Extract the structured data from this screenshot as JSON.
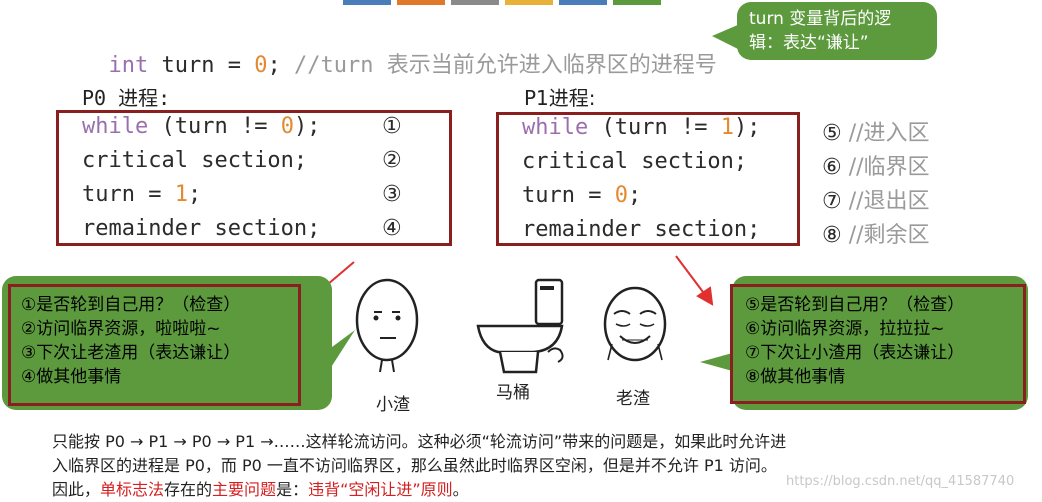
{
  "declaration": {
    "keyword": "int",
    "name": "turn",
    "op": "=",
    "value": "0",
    "semicolon": ";",
    "comment": "//turn 表示当前允许进入临界区的进程号"
  },
  "top_callout": {
    "line1": "turn 变量背后的逻",
    "line2": "辑：表达“谦让”"
  },
  "p0": {
    "title": "P0 进程:",
    "lines": [
      {
        "kw": "while",
        "pre": " (turn != ",
        "num": "0",
        "post": ");",
        "marker": "①"
      },
      {
        "text": "critical section;",
        "marker": "②"
      },
      {
        "pre": "turn = ",
        "num": "1",
        "post": ";",
        "marker": "③"
      },
      {
        "text": "remainder section;",
        "marker": "④"
      }
    ]
  },
  "p1": {
    "title": "P1进程:",
    "lines": [
      {
        "kw": "while",
        "pre": " (turn != ",
        "num": "1",
        "post": ");",
        "marker": "⑤",
        "comment": "//进入区"
      },
      {
        "text": "critical section;",
        "marker": "⑥",
        "comment": "//临界区"
      },
      {
        "pre": "turn = ",
        "num": "0",
        "post": ";",
        "marker": "⑦",
        "comment": "//退出区"
      },
      {
        "text": "remainder section;",
        "marker": "⑧",
        "comment": "//剩余区"
      }
    ]
  },
  "left_note": [
    "①是否轮到自己用？（检查）",
    "②访问临界资源，啦啦啦~",
    "③下次让老渣用（表达谦让）",
    "④做其他事情"
  ],
  "right_note": [
    "⑤是否轮到自己用？（检查）",
    "⑥访问临界资源，拉拉拉~",
    "⑦下次让小渣用（表达谦让）",
    "⑧做其他事情"
  ],
  "labels": {
    "left_char": "小渣",
    "toilet": "马桶",
    "right_char": "老渣"
  },
  "paragraph": {
    "line1": "只能按 P0 → P1 → P0 → P1 →……这样轮流访问。这种必须“轮流访问”带来的问题是，如果此时允许进",
    "line2": "入临界区的进程是 P0，而 P0 一直不访问临界区，那么虽然此时临界区空闲，但是并不允许 P1 访问。",
    "line3_a": "因此，",
    "line3_b": "单标志法",
    "line3_c": "存在的",
    "line3_d": "主要问题",
    "line3_e": "是：",
    "line3_f": "违背“空闲让进”原则",
    "line3_g": "。"
  },
  "watermark": "https://blog.csdn.net/qq_41587740",
  "colors": {
    "green": "#5c9a3d",
    "border": "#8a1f1f",
    "arrow": "#e03030",
    "keyword": "#9b6fae",
    "number": "#e3892f"
  }
}
